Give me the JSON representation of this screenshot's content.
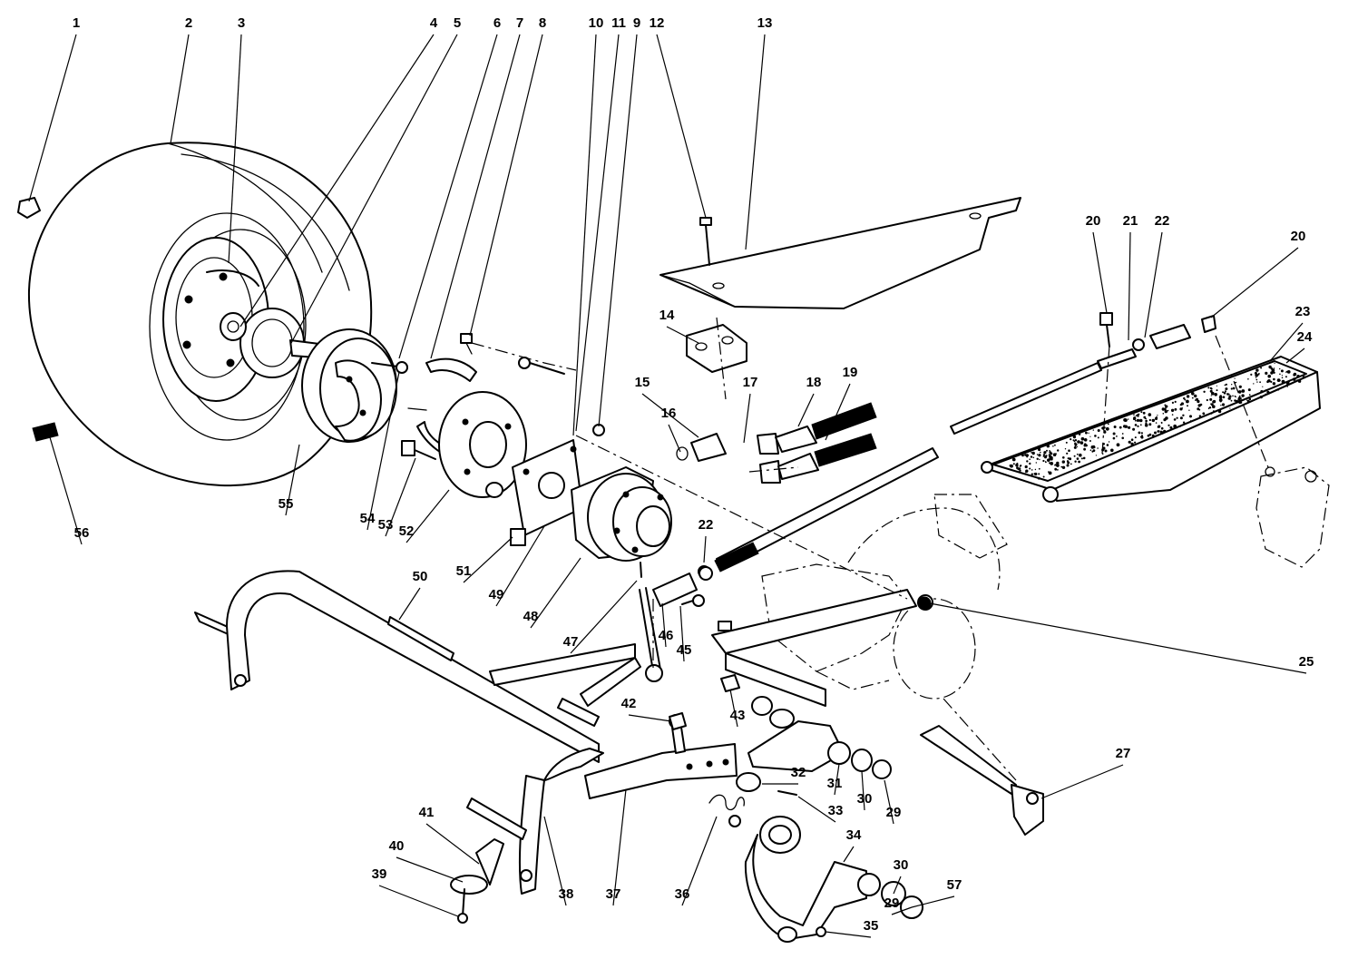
{
  "part_numbers": [
    "1",
    "2",
    "3",
    "4",
    "5",
    "6",
    "7",
    "8",
    "10",
    "11",
    "9",
    "12",
    "13",
    "14",
    "15",
    "16",
    "17",
    "18",
    "19",
    "20",
    "21",
    "22",
    "20",
    "23",
    "24",
    "25",
    "27",
    "29",
    "30",
    "31",
    "32",
    "33",
    "29",
    "30",
    "34",
    "35",
    "36",
    "37",
    "38",
    "39",
    "40",
    "41",
    "42",
    "43",
    "45",
    "46",
    "47",
    "48",
    "49",
    "50",
    "51",
    "52",
    "53",
    "54",
    "55",
    "56",
    "57",
    "22"
  ]
}
